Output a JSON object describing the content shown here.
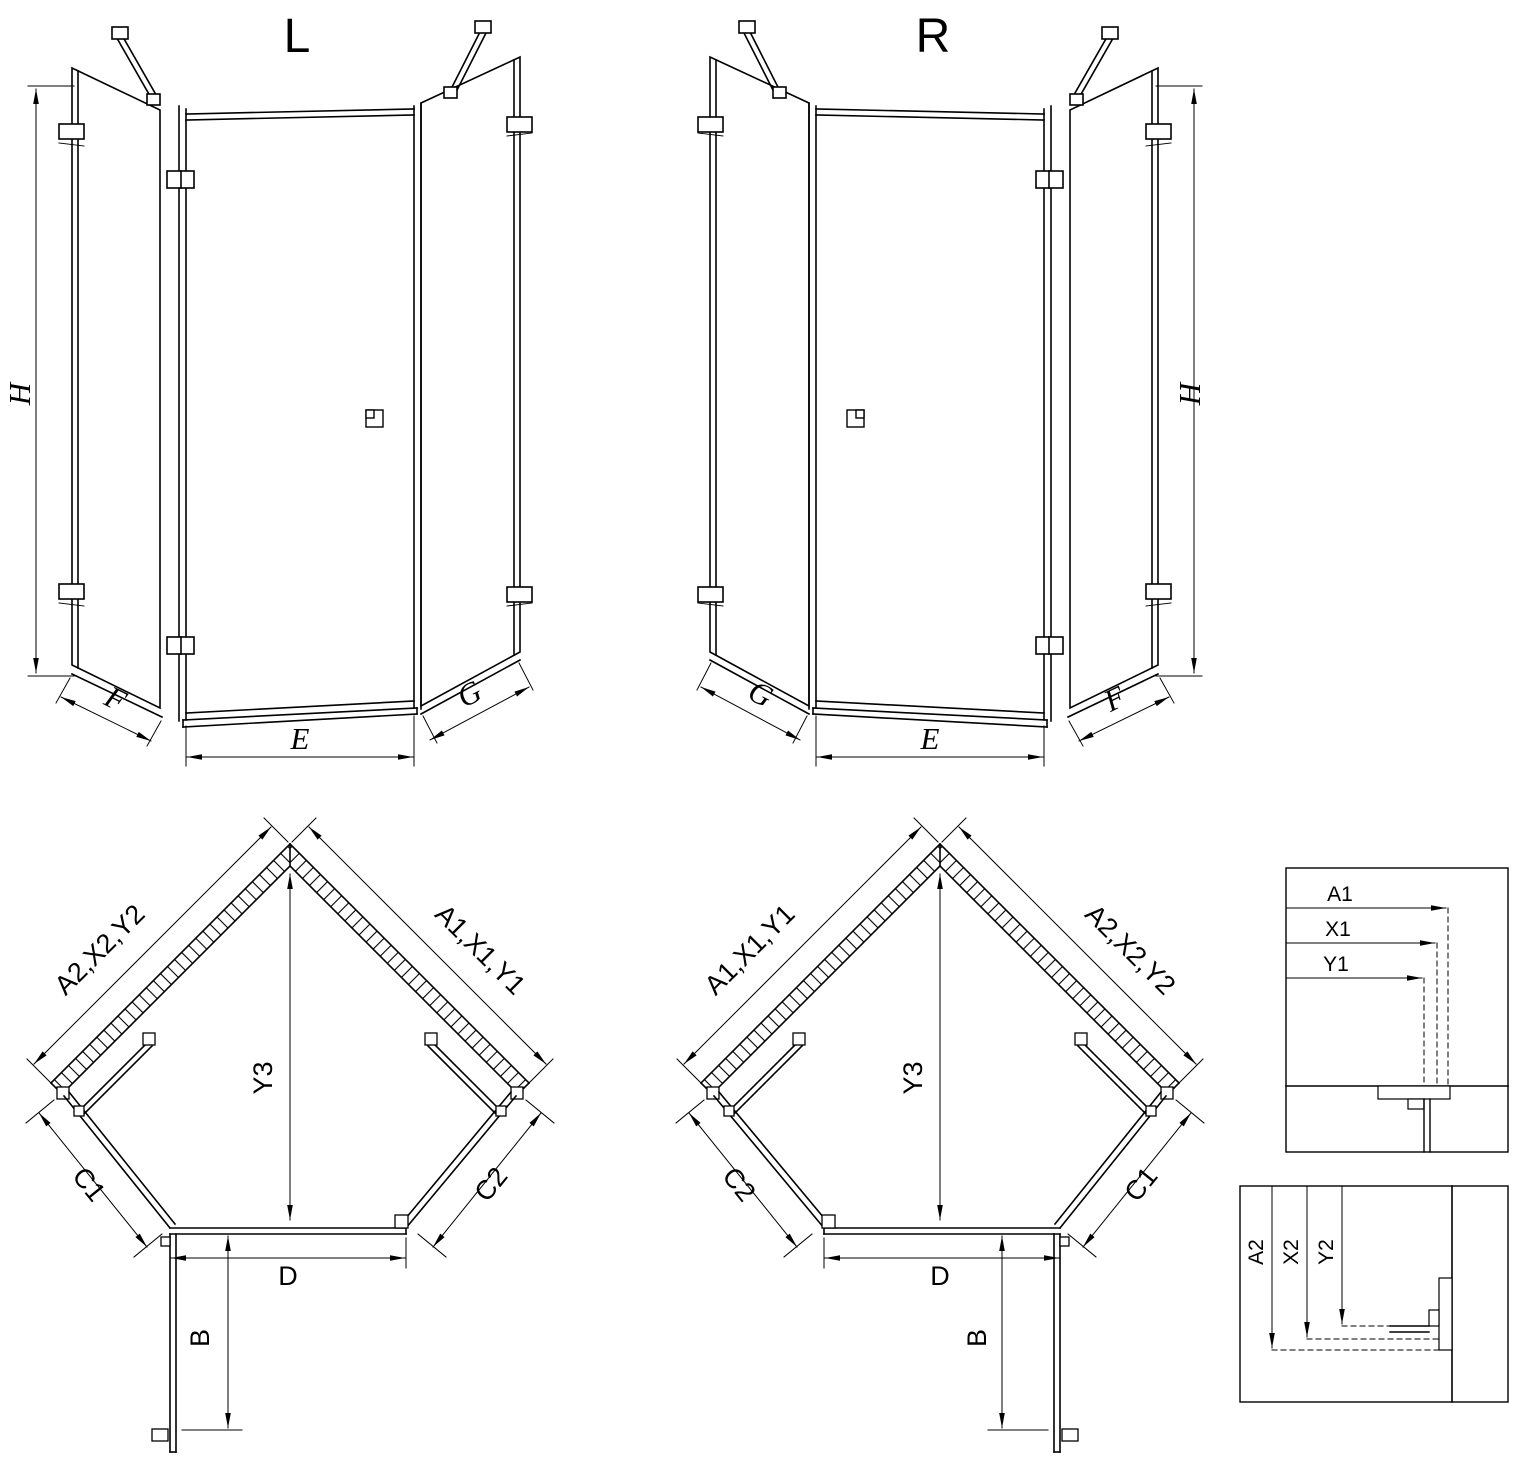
{
  "page": {
    "background": "#ffffff",
    "line_color": "#000000"
  },
  "perspective_left": {
    "title": "L",
    "height": "H",
    "side_left": "F",
    "front": "E",
    "side_right": "G"
  },
  "perspective_right": {
    "title": "R",
    "height": "H",
    "side_left": "G",
    "front": "E",
    "side_right": "F"
  },
  "plan_left": {
    "wall_left": "A2,X2,Y2",
    "wall_right": "A1,X1,Y1",
    "depth": "Y3",
    "glass_left": "C1",
    "glass_right": "C2",
    "door_width": "D",
    "door_swing": "B"
  },
  "plan_right": {
    "wall_left": "A1,X1,Y1",
    "wall_right": "A2,X2,Y2",
    "depth": "Y3",
    "glass_left": "C2",
    "glass_right": "C1",
    "door_width": "D",
    "door_swing": "B"
  },
  "detail_top": {
    "a": "A1",
    "x": "X1",
    "y": "Y1"
  },
  "detail_bottom": {
    "a": "A2",
    "x": "X2",
    "y": "Y2"
  }
}
